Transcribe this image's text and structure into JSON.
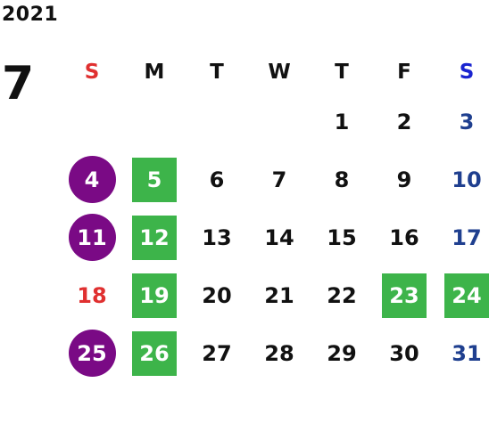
{
  "header": {
    "year": "2021",
    "month": "7"
  },
  "colors": {
    "sunday_header": "#e03030",
    "saturday_header": "#1a24d0",
    "saturday_text": "#1f3f8f",
    "holiday_circle": "#7a0a85",
    "highlight_square": "#3db44a"
  },
  "weekdays": [
    "S",
    "M",
    "T",
    "W",
    "T",
    "F",
    "S"
  ],
  "weeks": [
    [
      {
        "text": ""
      },
      {
        "text": ""
      },
      {
        "text": ""
      },
      {
        "text": ""
      },
      {
        "text": "1"
      },
      {
        "text": "2"
      },
      {
        "text": "3",
        "color": "saturday"
      }
    ],
    [
      {
        "text": "4",
        "mark": "circle"
      },
      {
        "text": "5",
        "mark": "square"
      },
      {
        "text": "6"
      },
      {
        "text": "7"
      },
      {
        "text": "8"
      },
      {
        "text": "9"
      },
      {
        "text": "10",
        "color": "saturday"
      }
    ],
    [
      {
        "text": "11",
        "mark": "circle"
      },
      {
        "text": "12",
        "mark": "square"
      },
      {
        "text": "13"
      },
      {
        "text": "14"
      },
      {
        "text": "15"
      },
      {
        "text": "16"
      },
      {
        "text": "17",
        "color": "saturday"
      }
    ],
    [
      {
        "text": "18",
        "color": "sunday"
      },
      {
        "text": "19",
        "mark": "square"
      },
      {
        "text": "20"
      },
      {
        "text": "21"
      },
      {
        "text": "22"
      },
      {
        "text": "23",
        "mark": "square"
      },
      {
        "text": "24",
        "mark": "square"
      }
    ],
    [
      {
        "text": "25",
        "mark": "circle"
      },
      {
        "text": "26",
        "mark": "square"
      },
      {
        "text": "27"
      },
      {
        "text": "28"
      },
      {
        "text": "29"
      },
      {
        "text": "30"
      },
      {
        "text": "31",
        "color": "saturday"
      }
    ]
  ]
}
